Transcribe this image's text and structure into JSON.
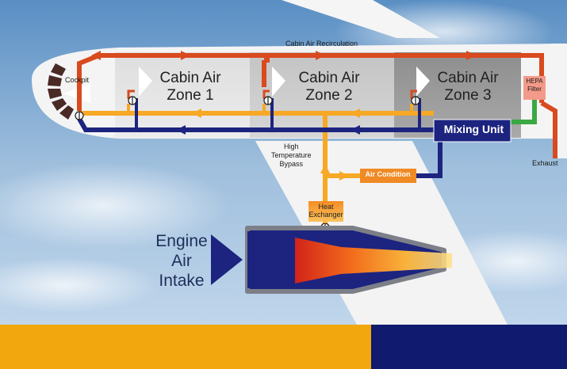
{
  "colors": {
    "recirculation": "#d94a1e",
    "warm_air": "#f7a825",
    "cool_air": "#1c2480",
    "hepa_link": "#3aa843",
    "fuselage": "#f4f4f4",
    "zone_panel": "#d2d2d2",
    "ground_left": "#f2a70f",
    "ground_right": "#101a6e"
  },
  "labels": {
    "recirculation": "Cabin Air Recirculation",
    "cockpit": "Cockpit",
    "zones": [
      "Cabin Air\nZone 1",
      "Cabin Air\nZone 2",
      "Cabin Air\nZone 3"
    ],
    "hepa_filter": "HEPA\nFilter",
    "exhaust": "Exhaust",
    "mixing_unit": "Mixing Unit",
    "bypass": "High\nTemperature\nBypass",
    "air_condition": "Air Condition",
    "heat_exchanger": "Heat\nExchanger",
    "engine_intake": "Engine\nAir\nIntake"
  },
  "icons": [
    "supply-arrow-icon",
    "flow-arrow-icon",
    "valve-icon",
    "engine-icon"
  ]
}
